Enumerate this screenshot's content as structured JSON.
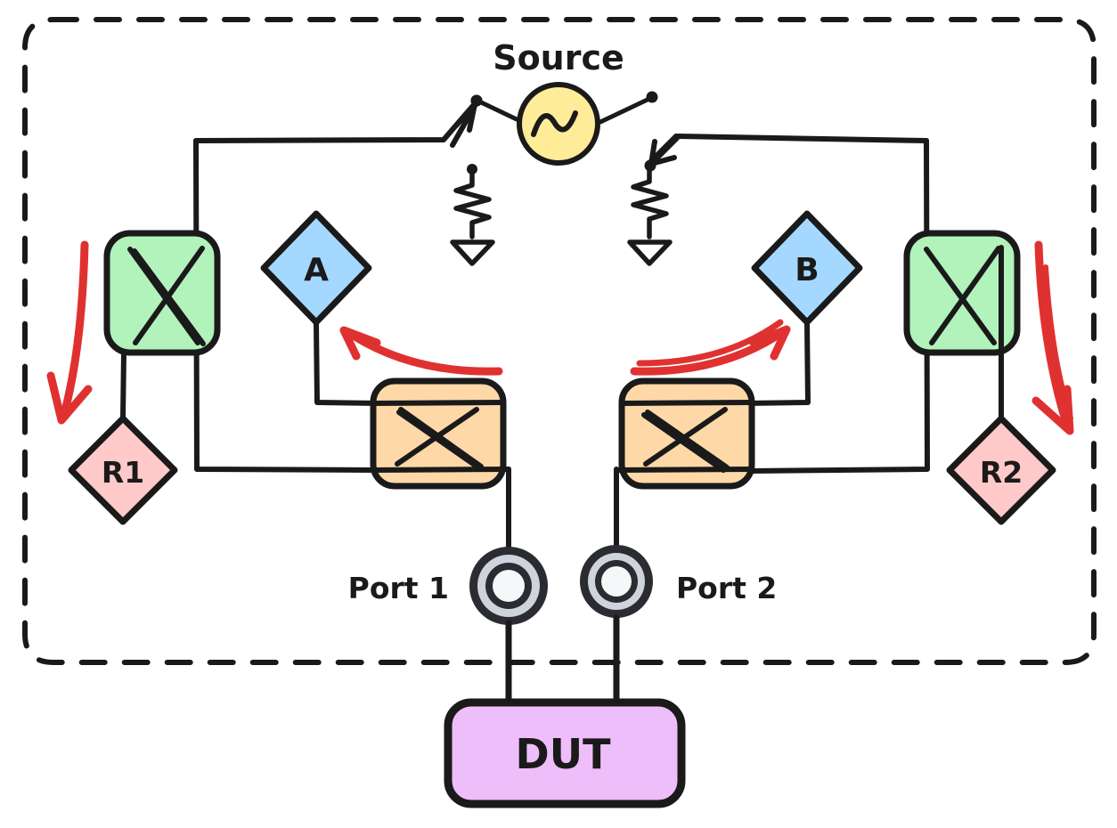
{
  "diagram": {
    "title_label": "Source",
    "enclosure": {
      "name": "instrument-enclosure",
      "style": "dashed-rounded-rect"
    },
    "source": {
      "label": "Source",
      "symbol": "sine-wave",
      "fill": "#ffec99",
      "stroke": "#1a1a1a"
    },
    "switches": [
      {
        "id": "switch-left",
        "position": "left",
        "state": "connected-to-source"
      },
      {
        "id": "switch-right",
        "position": "right",
        "state": "connected-to-termination"
      }
    ],
    "terminations": [
      {
        "id": "termination-left",
        "symbol": "resistor-to-ground"
      },
      {
        "id": "termination-right",
        "symbol": "resistor-to-ground"
      }
    ],
    "couplers": [
      {
        "id": "coupler-r1",
        "color_name": "green",
        "fill": "#b2f2bb",
        "role": "reference-coupler-port1"
      },
      {
        "id": "coupler-port1",
        "color_name": "orange",
        "fill": "#ffd8a8",
        "role": "test-coupler-port1"
      },
      {
        "id": "coupler-port2",
        "color_name": "orange",
        "fill": "#ffd8a8",
        "role": "test-coupler-port2"
      },
      {
        "id": "coupler-r2",
        "color_name": "green",
        "fill": "#b2f2bb",
        "role": "reference-coupler-port2"
      }
    ],
    "receivers": [
      {
        "id": "receiver-r1",
        "label": "R1",
        "shape": "diamond",
        "fill": "#ffc9c9"
      },
      {
        "id": "receiver-a",
        "label": "A",
        "shape": "diamond",
        "fill": "#a5d8ff"
      },
      {
        "id": "receiver-b",
        "label": "B",
        "shape": "diamond",
        "fill": "#a5d8ff"
      },
      {
        "id": "receiver-r2",
        "label": "R2",
        "shape": "diamond",
        "fill": "#ffc9c9"
      }
    ],
    "ports": [
      {
        "id": "port-1",
        "label": "Port 1",
        "connector": "coaxial-connector"
      },
      {
        "id": "port-2",
        "label": "Port 2",
        "connector": "coaxial-connector"
      }
    ],
    "dut": {
      "label": "DUT",
      "fill": "#eebefa",
      "stroke": "#1a1a1a"
    },
    "signal_flow_arrows": [
      {
        "id": "arrow-r1-down",
        "direction": "down",
        "color": "#e03131",
        "near": "R1"
      },
      {
        "id": "arrow-to-a",
        "direction": "up-left",
        "color": "#e03131",
        "near": "A"
      },
      {
        "id": "arrow-to-b",
        "direction": "up-right",
        "color": "#e03131",
        "near": "B"
      },
      {
        "id": "arrow-r2-down",
        "direction": "down",
        "color": "#e03131",
        "near": "R2"
      }
    ],
    "colors": {
      "ink": "#1a1a1a",
      "accent_red": "#e03131",
      "source_yellow": "#ffec99",
      "coupler_green": "#b2f2bb",
      "coupler_orange": "#ffd8a8",
      "receiver_blue": "#a5d8ff",
      "receiver_pink": "#ffc9c9",
      "dut_purple": "#eebefa",
      "connector_gray": "#ced4da",
      "connector_inner": "#f5f7f8"
    }
  }
}
